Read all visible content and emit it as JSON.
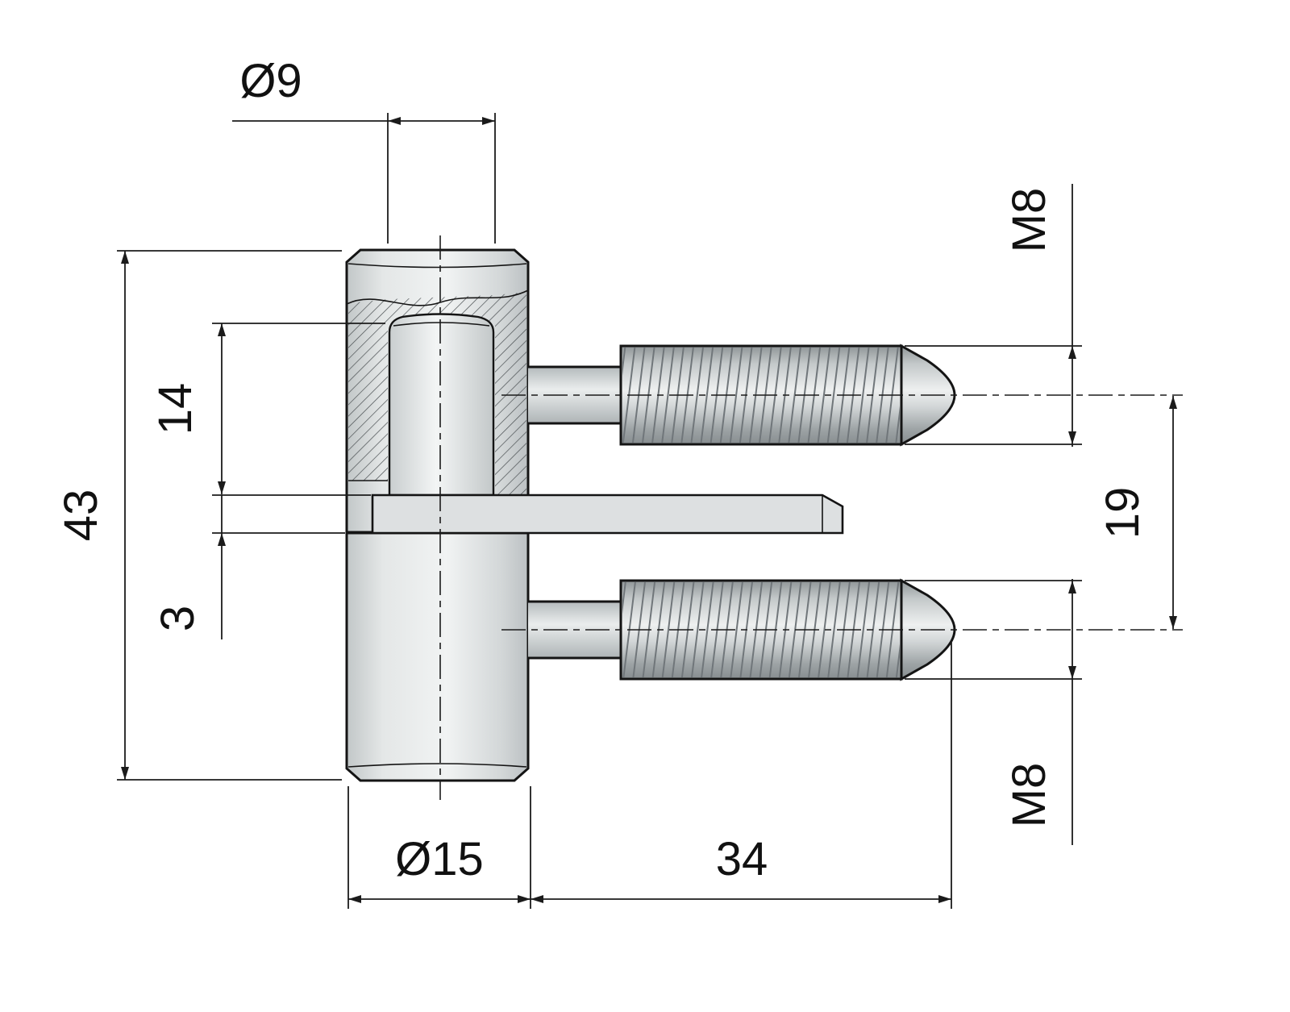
{
  "drawing": {
    "type": "technical-dimension-drawing",
    "subject": "drill-in door hinge, two-part, with two threaded pins and mounting plate",
    "units": "mm",
    "colors": {
      "line": "#141414",
      "background": "#ffffff",
      "metal_light": "#eef0f0",
      "metal_dark": "#9aa0a2"
    },
    "labels": {
      "pin_diameter": "Ø9",
      "total_height": "43",
      "pin_depth": "14",
      "plate_thickness": "3",
      "body_diameter": "Ø15",
      "thread_length": "34",
      "thread_size_top": "M8",
      "thread_size_bottom": "M8",
      "screw_spacing": "19"
    }
  }
}
